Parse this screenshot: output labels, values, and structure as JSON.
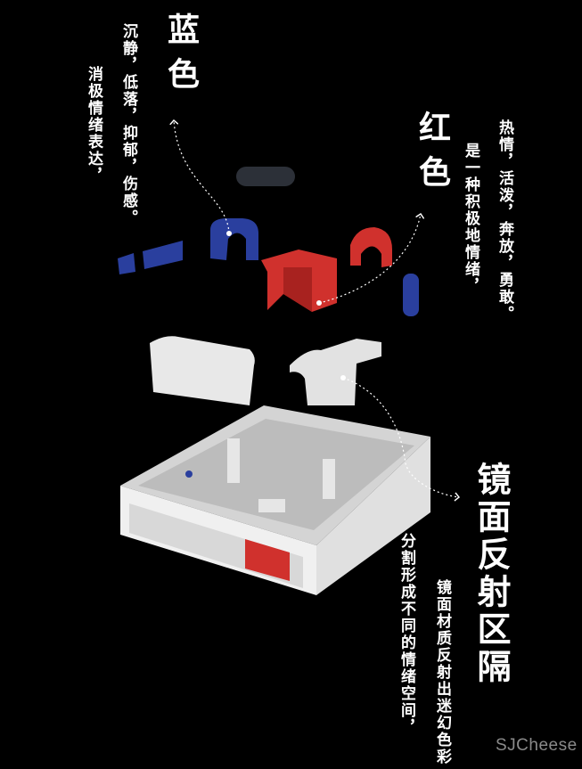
{
  "blue": {
    "title": "蓝色",
    "desc1": "沉静，低落，抑郁，伤感。",
    "desc2": "消极情绪表达，"
  },
  "red": {
    "title": "红色",
    "desc1": "热情，活泼，奔放，勇敢。",
    "desc2": "是一种积极地情绪，"
  },
  "mirror": {
    "title": "镜面反射区隔",
    "desc1": "镜面材质反射出迷幻色彩",
    "desc2": "分割形成不同的情绪空间，"
  },
  "watermark": "SJCheese",
  "colors": {
    "background": "#000000",
    "blue": "#2a3f9e",
    "red": "#d0312d",
    "white": "#e8e8e8"
  }
}
